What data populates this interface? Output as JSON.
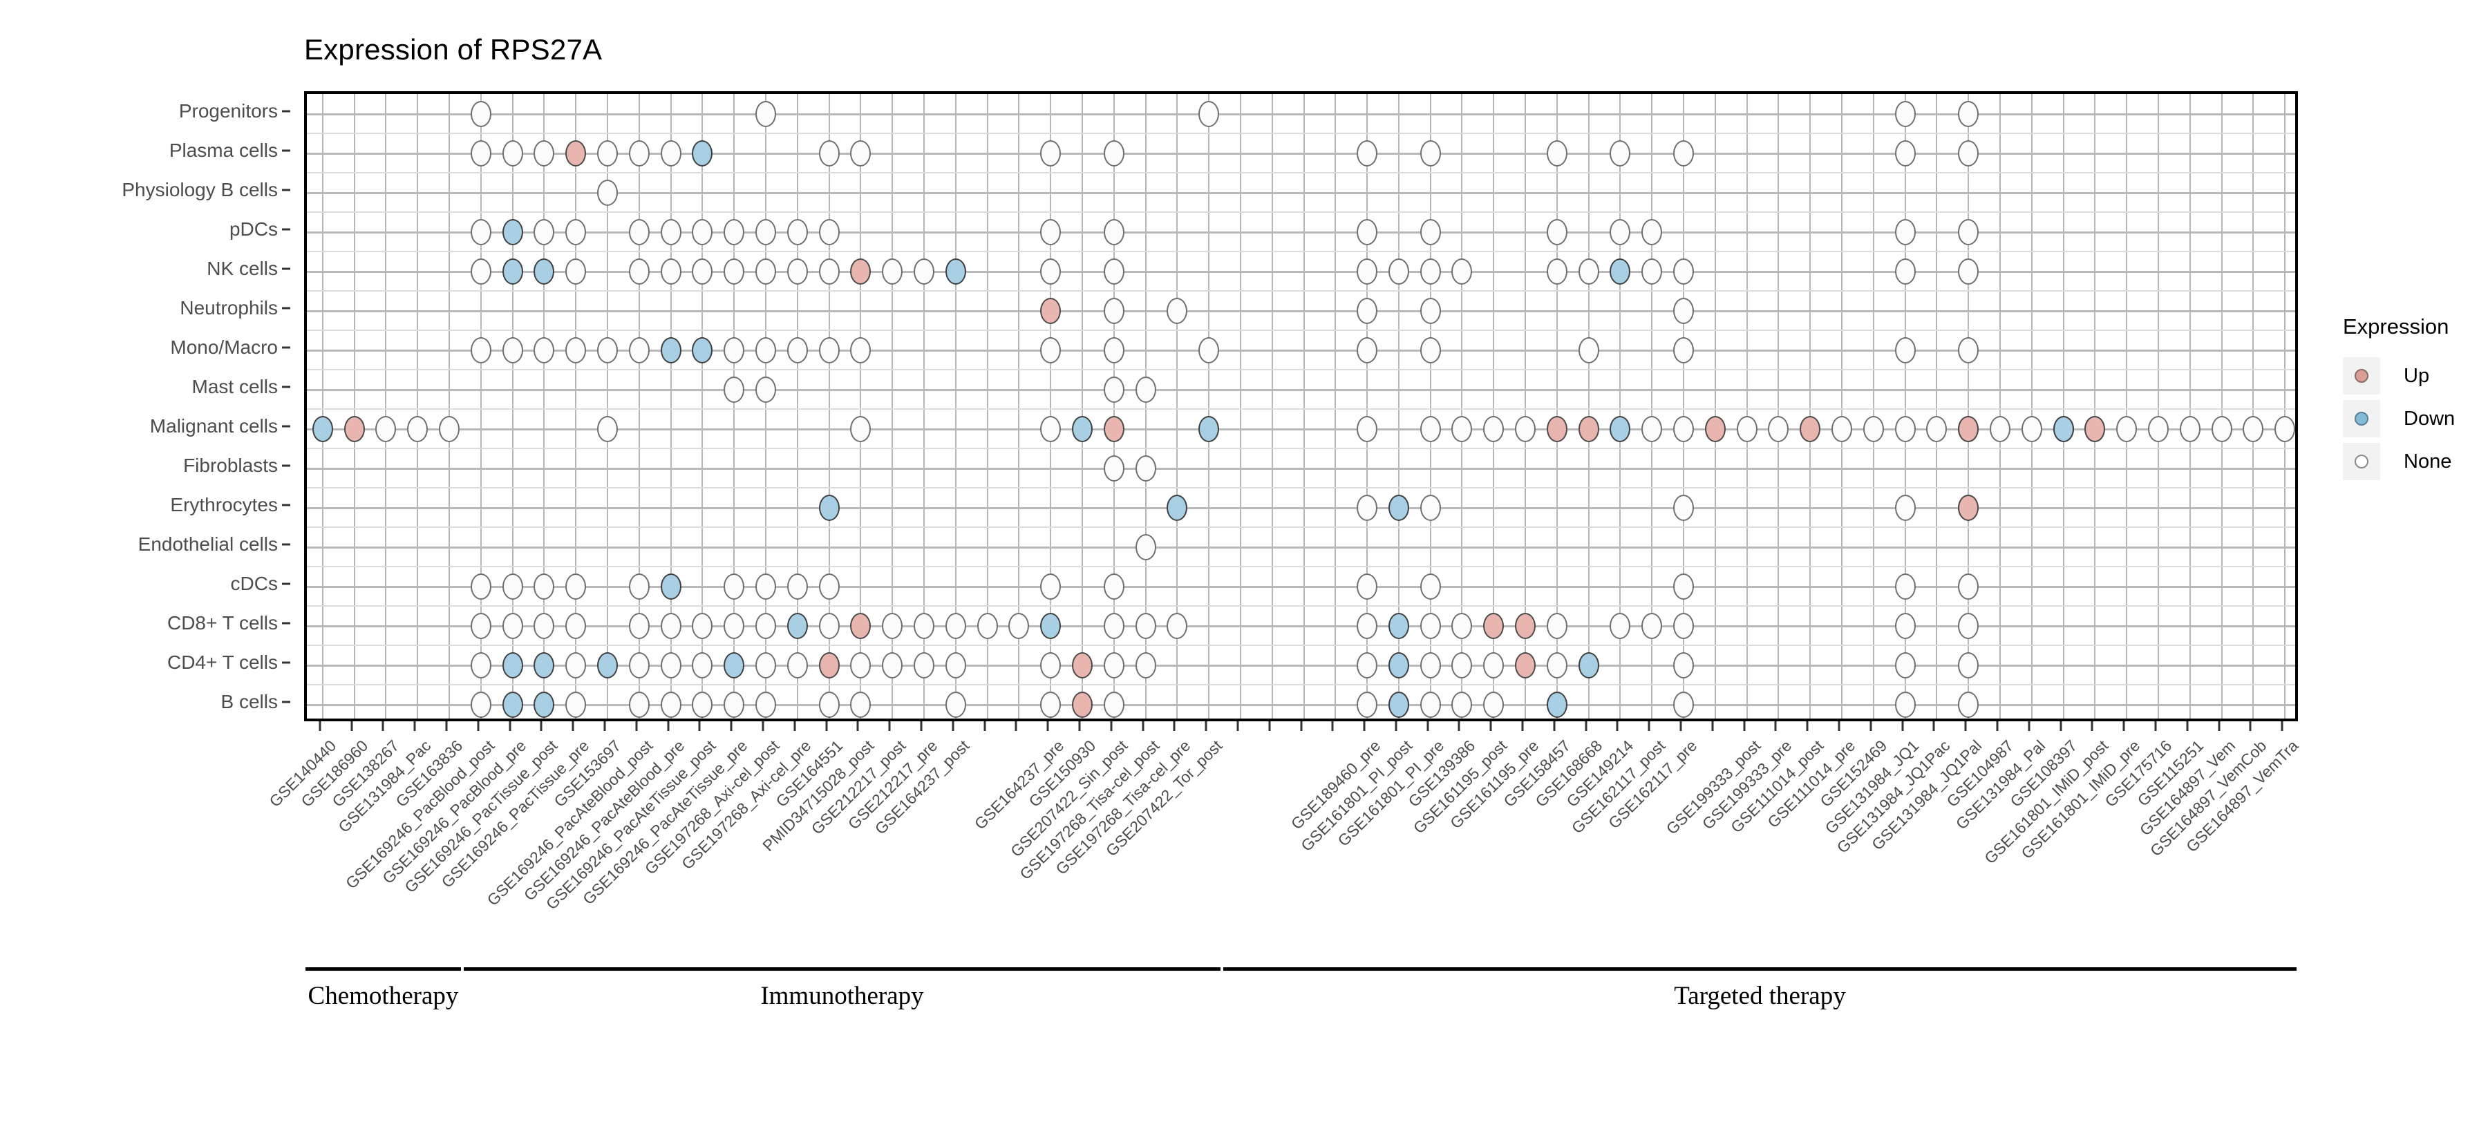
{
  "title": "Expression of RPS27A",
  "legend": {
    "title": "Expression",
    "items": [
      {
        "label": "Up",
        "color": "#d99f97",
        "key": "up"
      },
      {
        "label": "Down",
        "color": "#83bcd8",
        "key": "down"
      },
      {
        "label": "None",
        "color": "#ffffff",
        "key": "none"
      }
    ]
  },
  "groups": [
    {
      "label": "Chemotherapy",
      "start": 0,
      "end": 4
    },
    {
      "label": "Immunotherapy",
      "start": 5,
      "end": 28
    },
    {
      "label": "Targeted therapy",
      "start": 29,
      "end": 62
    }
  ],
  "chart_data": {
    "type": "heatmap",
    "title": "Expression of RPS27A",
    "xlabel": "",
    "ylabel": "",
    "grid": true,
    "legend_position": "right",
    "value_levels": [
      "up",
      "down",
      "none"
    ],
    "categories_y": [
      "Progenitors",
      "Plasma cells",
      "Physiology B cells",
      "pDCs",
      "NK cells",
      "Neutrophils",
      "Mono/Macro",
      "Mast cells",
      "Malignant cells",
      "Fibroblasts",
      "Erythrocytes",
      "Endothelial cells",
      "cDCs",
      "CD8+ T cells",
      "CD4+ T cells",
      "B cells"
    ],
    "categories_x": [
      "GSE140440",
      "GSE186960",
      "GSE138267",
      "GSE131984_Pac",
      "GSE163836",
      "GSE169246_PacBlood_post",
      "GSE169246_PacBlood_pre",
      "GSE169246_PacTissue_post",
      "GSE169246_PacTissue_pre",
      "GSE153697",
      "GSE169246_PacAteBlood_post",
      "GSE169246_PacAteBlood_pre",
      "GSE169246_PacAteTissue_post",
      "GSE169246_PacAteTissue_pre",
      "GSE197268_Axi-cel_post",
      "GSE197268_Axi-cel_pre",
      "GSE164551",
      "PMID34715028_post",
      "GSE212217_post",
      "GSE212217_pre",
      "GSE164237_post",
      "GSE164237_pre",
      "GSE150930",
      "GSE207422_Sin_post",
      "GSE197268_Tisa-cel_post",
      "GSE197268_Tisa-cel_pre",
      "GSE207422_Tor_post",
      "GSE189460_pre",
      "GSE161801_PI_post",
      "GSE161801_PI_pre",
      "GSE139386",
      "GSE161195_post",
      "GSE161195_pre",
      "GSE158457",
      "GSE168668",
      "GSE149214",
      "GSE162117_post",
      "GSE162117_pre",
      "GSE199333_post",
      "GSE199333_pre",
      "GSE111014_post",
      "GSE111014_pre",
      "GSE152469",
      "GSE131984_JQ1",
      "GSE131984_JQ1Pac",
      "GSE131984_JQ1Pal",
      "GSE104987",
      "GSE131984_Pal",
      "GSE108397",
      "GSE161801_IMiD_post",
      "GSE161801_IMiD_pre",
      "GSE175716",
      "GSE115251",
      "GSE164897_Vem",
      "GSE164897_VemCob",
      "GSE164897_VemTra"
    ],
    "column_slots": 63,
    "note_columns": "x tick marks are evenly spaced across the panel; 56 labelled datasets occupy the labelled ticks",
    "cells": [
      {
        "row": 0,
        "cols_none": [
          5,
          14,
          28,
          50,
          52
        ],
        "cols_up": [],
        "cols_down": []
      },
      {
        "row": 1,
        "cols_none": [
          5,
          6,
          7,
          9,
          10,
          11,
          16,
          17,
          23,
          25,
          33,
          35,
          39,
          41,
          43,
          50,
          52
        ],
        "cols_up": [
          8
        ],
        "cols_down": [
          12
        ]
      },
      {
        "row": 2,
        "cols_none": [
          9
        ],
        "cols_up": [],
        "cols_down": []
      },
      {
        "row": 3,
        "cols_none": [
          5,
          7,
          8,
          10,
          11,
          12,
          13,
          14,
          15,
          16,
          23,
          25,
          33,
          35,
          39,
          41,
          42,
          50,
          52
        ],
        "cols_up": [],
        "cols_down": [
          6
        ]
      },
      {
        "row": 4,
        "cols_none": [
          5,
          8,
          10,
          11,
          12,
          13,
          14,
          15,
          16,
          18,
          19,
          23,
          25,
          33,
          34,
          35,
          36,
          39,
          40,
          42,
          43,
          50,
          52
        ],
        "cols_up": [
          17
        ],
        "cols_down": [
          6,
          7,
          20,
          41
        ]
      },
      {
        "row": 5,
        "cols_none": [
          25,
          27,
          33,
          35,
          43
        ],
        "cols_up": [
          23
        ],
        "cols_down": []
      },
      {
        "row": 6,
        "cols_none": [
          5,
          6,
          7,
          8,
          9,
          10,
          13,
          14,
          15,
          16,
          17,
          23,
          25,
          28,
          33,
          35,
          40,
          43,
          50,
          52
        ],
        "cols_up": [],
        "cols_down": [
          11,
          12
        ]
      },
      {
        "row": 7,
        "cols_none": [
          13,
          14,
          25,
          26
        ],
        "cols_up": [],
        "cols_down": []
      },
      {
        "row": 8,
        "cols_none": [
          2,
          3,
          4,
          9,
          17,
          23,
          33,
          35,
          36,
          37,
          38,
          42,
          43,
          45,
          46,
          48,
          49,
          50,
          51,
          52,
          53,
          54,
          55,
          56,
          57,
          58,
          59,
          60,
          61,
          62
        ],
        "cols_up": [
          1,
          25,
          39,
          40,
          44,
          47,
          52,
          56
        ],
        "cols_down": [
          0,
          24,
          28,
          41,
          55
        ]
      },
      {
        "row": 9,
        "cols_none": [
          25,
          26
        ],
        "cols_up": [],
        "cols_down": []
      },
      {
        "row": 10,
        "cols_none": [
          33,
          35,
          43,
          50,
          52
        ],
        "cols_up": [
          52
        ],
        "cols_down": [
          16,
          27,
          34
        ]
      },
      {
        "row": 11,
        "cols_none": [
          26
        ],
        "cols_up": [],
        "cols_down": []
      },
      {
        "row": 12,
        "cols_none": [
          5,
          6,
          7,
          8,
          10,
          13,
          14,
          15,
          16,
          23,
          25,
          33,
          35,
          43,
          50,
          52
        ],
        "cols_up": [],
        "cols_down": [
          11
        ]
      },
      {
        "row": 13,
        "cols_none": [
          5,
          6,
          7,
          8,
          10,
          11,
          12,
          13,
          14,
          16,
          18,
          19,
          20,
          21,
          22,
          25,
          26,
          27,
          33,
          35,
          36,
          39,
          41,
          42,
          43,
          50,
          52
        ],
        "cols_up": [
          17,
          37,
          38
        ],
        "cols_down": [
          15,
          23,
          34
        ]
      },
      {
        "row": 14,
        "cols_none": [
          5,
          8,
          10,
          11,
          12,
          14,
          15,
          17,
          18,
          19,
          20,
          23,
          25,
          26,
          33,
          35,
          36,
          37,
          39,
          43,
          50,
          52
        ],
        "cols_up": [
          16,
          24,
          38
        ],
        "cols_down": [
          6,
          7,
          9,
          13,
          34,
          40
        ]
      },
      {
        "row": 15,
        "cols_none": [
          5,
          8,
          10,
          11,
          12,
          13,
          14,
          16,
          17,
          20,
          23,
          25,
          33,
          35,
          36,
          37,
          43,
          50,
          52
        ],
        "cols_up": [
          24
        ],
        "cols_down": [
          6,
          7,
          34,
          39
        ]
      }
    ]
  }
}
